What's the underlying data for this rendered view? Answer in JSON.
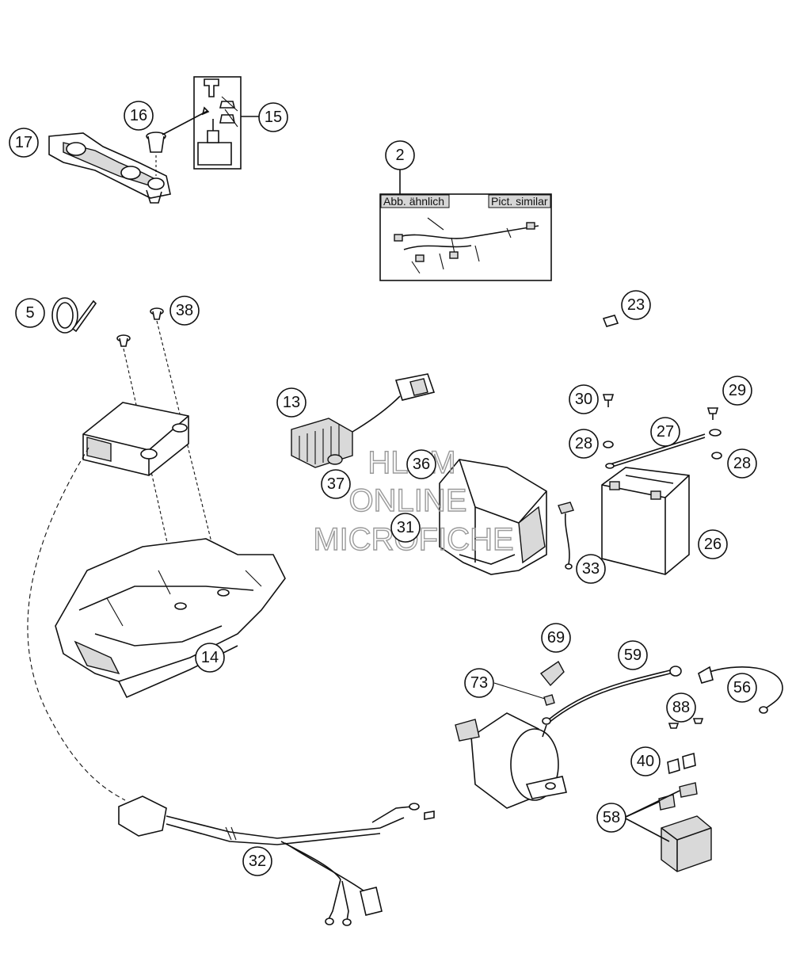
{
  "callouts": [
    "2",
    "5",
    "13",
    "14",
    "15",
    "16",
    "17",
    "23",
    "26",
    "27",
    "28",
    "28",
    "29",
    "30",
    "31",
    "32",
    "33",
    "36",
    "37",
    "38",
    "40",
    "56",
    "58",
    "59",
    "69",
    "73",
    "88"
  ],
  "inset": {
    "label_left": "Abb. ähnlich",
    "label_right": "Pict. similar"
  },
  "watermark": {
    "line1": "HLSM",
    "line2": "ONLINE",
    "line3": "MICROFICHE"
  }
}
